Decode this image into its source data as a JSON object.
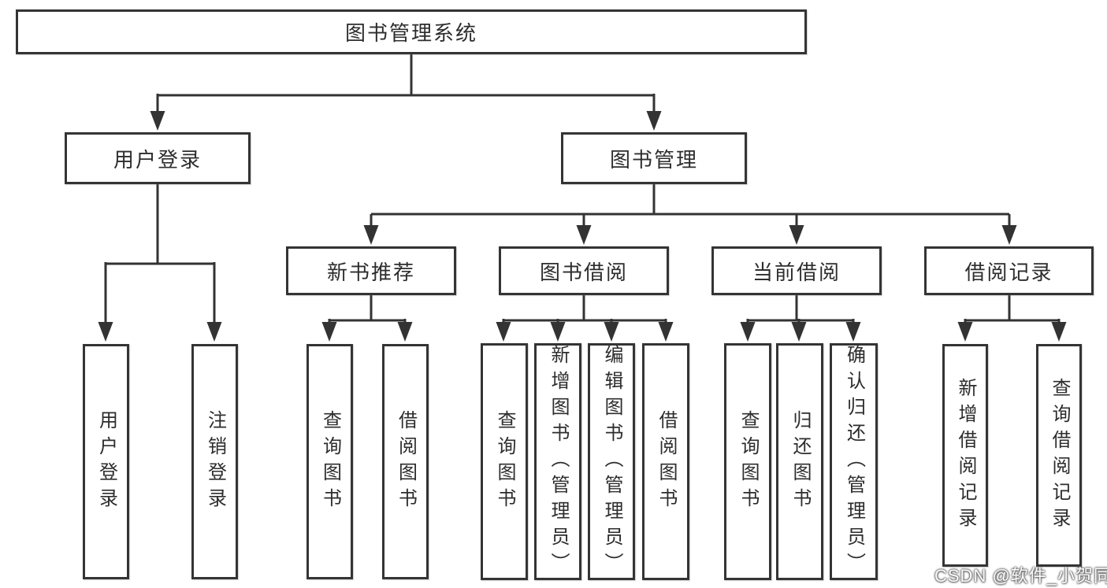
{
  "diagram": {
    "root": {
      "label": "图书管理系统"
    },
    "level2": [
      {
        "label": "用户登录"
      },
      {
        "label": "图书管理"
      }
    ],
    "level3": [
      {
        "label": "新书推荐"
      },
      {
        "label": "图书借阅"
      },
      {
        "label": "当前借阅"
      },
      {
        "label": "借阅记录"
      }
    ],
    "leaves": {
      "user_login": [
        "用户登录",
        "注销登录"
      ],
      "new_book_recommend": [
        "查询图书",
        "借阅图书"
      ],
      "book_borrow": [
        "查询图书",
        "新增图书（管理员）",
        "编辑图书（管理员）",
        "借阅图书"
      ],
      "current_borrow": [
        "查询图书",
        "归还图书",
        "确认归还（管理员）"
      ],
      "borrow_records": [
        "新增借阅记录",
        "查询借阅记录"
      ]
    },
    "watermark": "CSDN @软件_小贺同学",
    "colors": {
      "line": "#333333",
      "box_border": "#343434",
      "text": "#2d2d2d",
      "background": "#ffffff",
      "watermark_text": "#ffffff"
    }
  }
}
